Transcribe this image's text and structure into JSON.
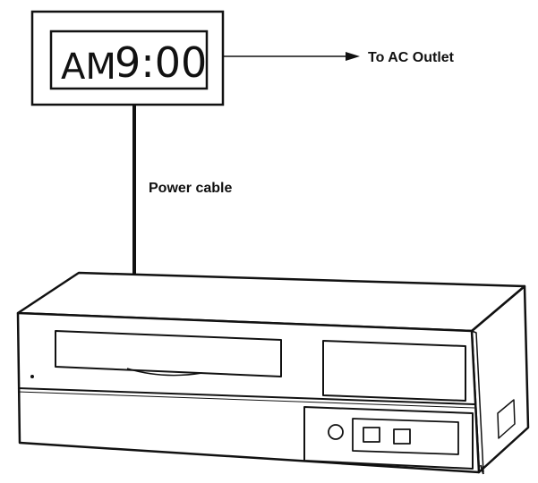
{
  "timer": {
    "ampm": "AM",
    "time": "9:00"
  },
  "labels": {
    "outlet": "To AC Outlet",
    "cable": "Power cable"
  },
  "colors": {
    "ink": "#111111",
    "paper": "#ffffff"
  }
}
